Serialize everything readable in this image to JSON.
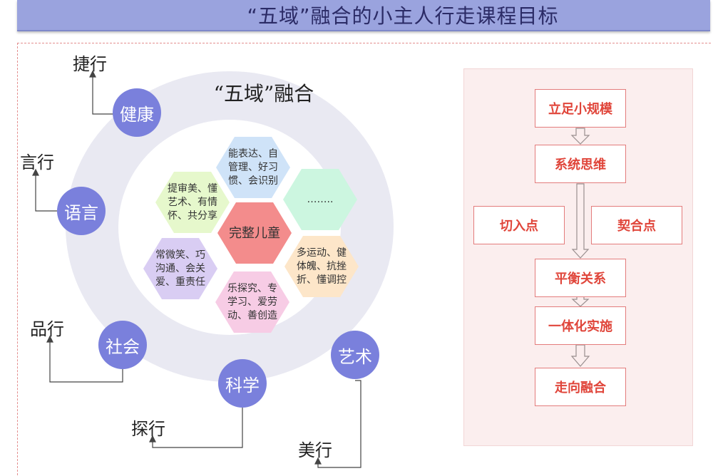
{
  "title": "“五域”融合的小主人行走课程目标",
  "ring_title": "“五域”融合",
  "hexagons": {
    "center": "完整儿童",
    "top": "能表达、自管理、好习惯、会识别",
    "top_left": "提审美、懂艺术、有情怀、共分享",
    "top_right": "……..",
    "bottom_left": "常微笑、巧沟通、会关爱、重责任",
    "bottom_right": "多运动、健体魄、抗挫折、懂调控",
    "bottom": "乐探究、专学习、爱劳动、善创造"
  },
  "domains": {
    "health": "健康",
    "language": "语言",
    "society": "社会",
    "science": "科学",
    "art": "艺术"
  },
  "behaviors": {
    "health": "捷行",
    "language": "言行",
    "society": "品行",
    "science": "探行",
    "art": "美行"
  },
  "flow": {
    "step1": "立足小规模",
    "step2": "系统思维",
    "left": "切入点",
    "right": "契合点",
    "step3": "平衡关系",
    "step4": "一体化实施",
    "step5": "走向融合"
  },
  "colors": {
    "title_bar": "#9aa3de",
    "domain_circle": "#7a80dc",
    "ring": "#e9e9f2",
    "hex_center": "#f38c8c",
    "hex_top": "#cfe3f8",
    "hex_top_left": "#e6f8cc",
    "hex_top_right": "#ccf6e0",
    "hex_bottom_left": "#d9cdf3",
    "hex_bottom_right": "#fde6c9",
    "hex_bottom": "#f7cce5",
    "flow_text": "#e0453a",
    "flow_border": "#e37c7c",
    "flow_panel": "#fbeeee"
  }
}
